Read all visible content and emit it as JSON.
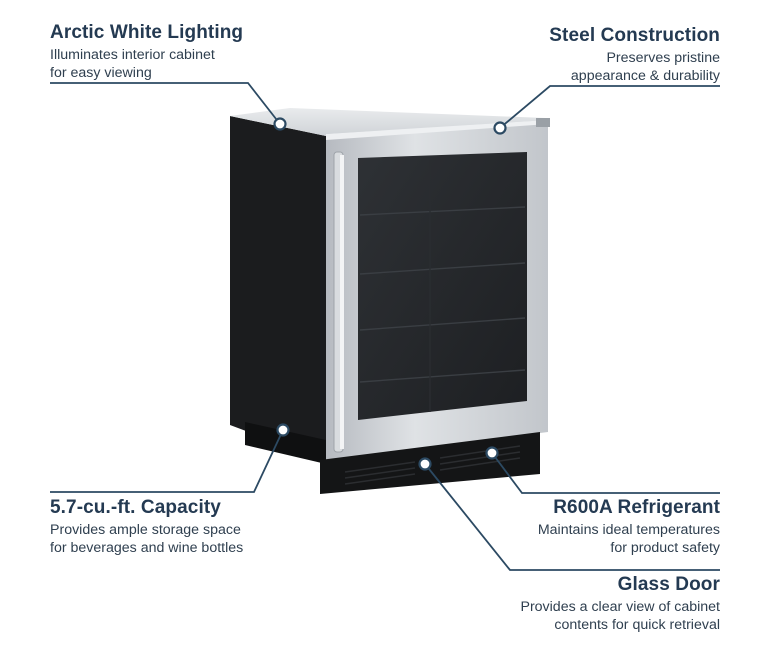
{
  "features": {
    "arctic": {
      "title": "Arctic White Lighting",
      "line1": "Illuminates interior cabinet",
      "line2": "for easy viewing"
    },
    "steel": {
      "title": "Steel Construction",
      "line1": "Preserves pristine",
      "line2": "appearance & durability"
    },
    "capacity": {
      "title": "5.7-cu.-ft. Capacity",
      "line1": "Provides ample storage space",
      "line2": "for beverages and wine bottles"
    },
    "refrigerant": {
      "title": "R600A Refrigerant",
      "line1": "Maintains ideal temperatures",
      "line2": "for product safety"
    },
    "glass": {
      "title": "Glass Door",
      "line1": "Provides a clear view of cabinet",
      "line2": "contents for quick retrieval"
    }
  },
  "colors": {
    "leader_line": "#2c4a63",
    "title_text": "#243a52",
    "body_text": "#2f3f4f",
    "steel": "#c9ccd0",
    "glass": "#25282c",
    "cabinet": "#1a1b1d"
  }
}
